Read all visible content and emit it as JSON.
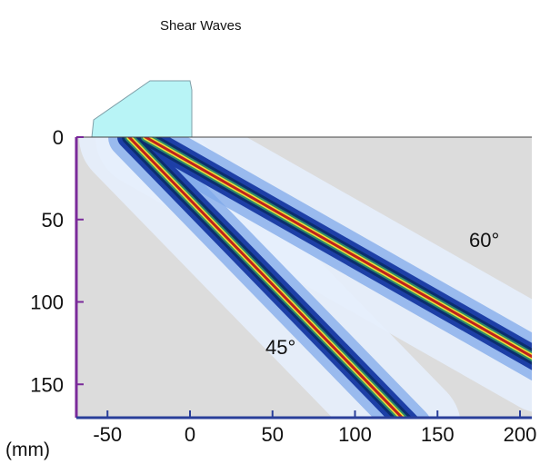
{
  "title": "Shear Waves",
  "units_label": "(mm)",
  "y_ticks": [
    "0",
    "50",
    "100",
    "150"
  ],
  "x_ticks": [
    "-50",
    "0",
    "50",
    "100",
    "150",
    "200"
  ],
  "beam_labels": {
    "beam_45": "45°",
    "beam_60": "60°"
  },
  "colors": {
    "background": "#dcdcdc",
    "wedge": "#b8f4f6",
    "axis_purple": "#7a2a9a",
    "axis_blue": "#2a3f9a",
    "beam_outer": "#e6eefc",
    "beam_mid": "#7fa8ea",
    "beam_deep": "#1d3fa6",
    "beam_core": "#0b2d6e",
    "beam_inner": "#2f8a6a",
    "beam_yellow": "#f1e13a",
    "beam_red": "#c0221c"
  }
}
